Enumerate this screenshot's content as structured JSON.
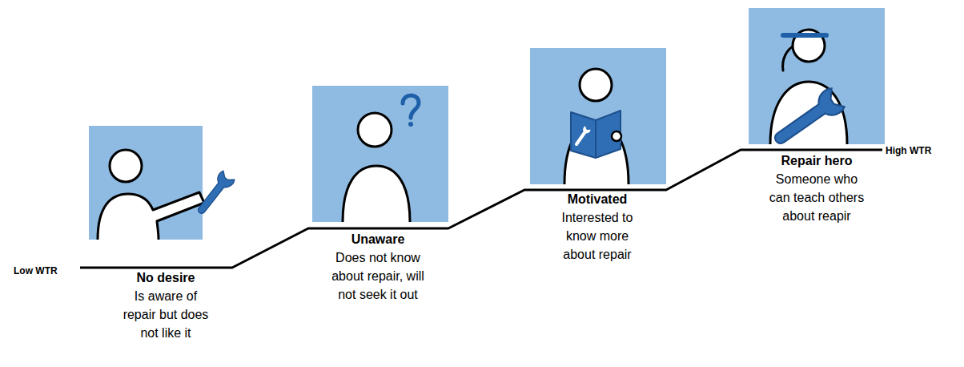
{
  "diagram": {
    "nodes": [
      {
        "text": [
          "No desire",
          "Is aware of repair but does not like it"
        ]
      },
      {
        "text": [
          "Unaware",
          "Does not know about repair, will not seek it out"
        ]
      },
      {
        "text": [
          "Motivated",
          "Interested to know more about repair"
        ]
      },
      {
        "text": [
          "Repair hero",
          "Someone who can teach others about reapir"
        ]
      }
    ],
    "labels": [
      "Low WTR",
      "High WTR"
    ]
  }
}
